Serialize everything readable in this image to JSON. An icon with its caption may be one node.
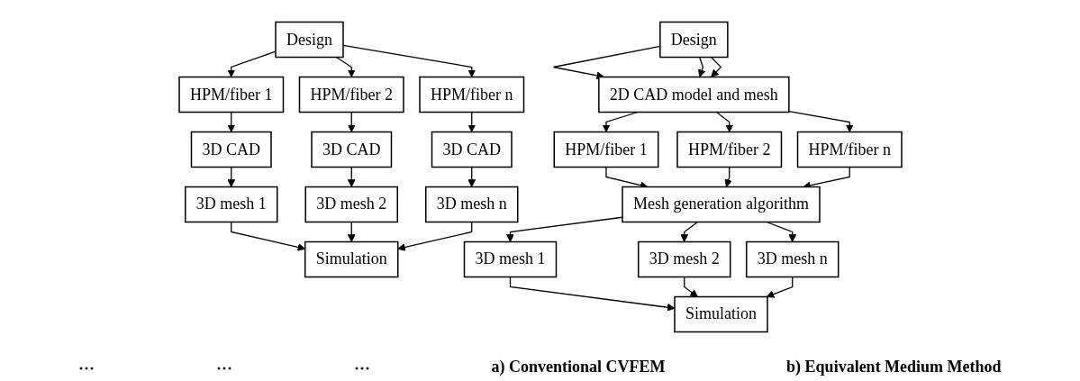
{
  "diagram": {
    "nodes": [
      {
        "text": [
          "Design"
        ]
      },
      {
        "text": [
          "HPM/fiber 1"
        ]
      },
      {
        "text": [
          "HPM/fiber 2"
        ]
      },
      {
        "text": [
          "HPM/fiber n"
        ]
      },
      {
        "text": [
          "3D CAD"
        ]
      },
      {
        "text": [
          "3D CAD"
        ]
      },
      {
        "text": [
          "3D CAD"
        ]
      },
      {
        "text": [
          "3D mesh 1"
        ]
      },
      {
        "text": [
          "3D mesh 2"
        ]
      },
      {
        "text": [
          "3D mesh n"
        ]
      },
      {
        "text": [
          "Simulation"
        ]
      },
      {
        "text": [
          "Design"
        ]
      },
      {
        "text": [
          "2D CAD model and mesh"
        ]
      },
      {
        "text": [
          "HPM/fiber 1"
        ]
      },
      {
        "text": [
          "HPM/fiber 2"
        ]
      },
      {
        "text": [
          "HPM/fiber n"
        ]
      },
      {
        "text": [
          "Mesh generation algorithm"
        ]
      },
      {
        "text": [
          "3D mesh 1"
        ]
      },
      {
        "text": [
          "3D mesh 2"
        ]
      },
      {
        "text": [
          "3D mesh n"
        ]
      },
      {
        "text": [
          "Simulation"
        ]
      }
    ],
    "edges": [
      {
        "from": 0,
        "to": 1,
        "arrow": "to"
      },
      {
        "from": 0,
        "to": 2,
        "arrow": "to"
      },
      {
        "from": 0,
        "to": 3,
        "arrow": "to"
      },
      {
        "from": 1,
        "to": 4,
        "arrow": "to"
      },
      {
        "from": 2,
        "to": 5,
        "arrow": "to"
      },
      {
        "from": 3,
        "to": 6,
        "arrow": "to"
      },
      {
        "from": 4,
        "to": 7,
        "arrow": "to"
      },
      {
        "from": 5,
        "to": 8,
        "arrow": "to"
      },
      {
        "from": 6,
        "to": 9,
        "arrow": "to"
      },
      {
        "from": 7,
        "to": 10,
        "arrow": "to"
      },
      {
        "from": 8,
        "to": 10,
        "arrow": "to"
      },
      {
        "from": 9,
        "to": 10,
        "arrow": "to"
      },
      {
        "from": 11,
        "to": 12,
        "arrow": "to"
      },
      {
        "from": 11,
        "to": 12,
        "arrow": "to"
      },
      {
        "from": 11,
        "to": 12,
        "arrow": "to"
      },
      {
        "from": 12,
        "to": 13,
        "arrow": "to"
      },
      {
        "from": 12,
        "to": 14,
        "arrow": "to"
      },
      {
        "from": 12,
        "to": 15,
        "arrow": "to"
      },
      {
        "from": 13,
        "to": 16,
        "arrow": "to"
      },
      {
        "from": 14,
        "to": 16,
        "arrow": "to"
      },
      {
        "from": 15,
        "to": 16,
        "arrow": "to"
      },
      {
        "from": 16,
        "to": 17,
        "arrow": "to"
      },
      {
        "from": 16,
        "to": 18,
        "arrow": "to"
      },
      {
        "from": 16,
        "to": 19,
        "arrow": "to"
      },
      {
        "from": 17,
        "to": 20,
        "arrow": "to"
      },
      {
        "from": 18,
        "to": 20,
        "arrow": "to"
      },
      {
        "from": 19,
        "to": 20,
        "arrow": "to"
      }
    ],
    "labels": [
      "⋯",
      "⋯",
      "⋯",
      "a) Conventional CVFEM",
      "b) Equivalent Medium Method"
    ]
  }
}
